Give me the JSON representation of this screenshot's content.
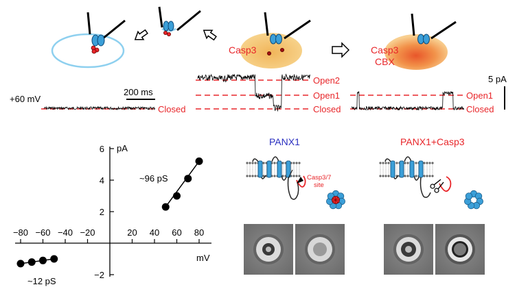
{
  "colors": {
    "red": "#e8262a",
    "blue": "#2a2fc0",
    "channel_blue": "#3b9fd8",
    "membrane_blue": "#8ed0ef",
    "cell_orange": "#f3c16a",
    "cell_red": "#e8562a",
    "em_gray": "#777777"
  },
  "schematic": {
    "casp3_label": "Casp3",
    "casp3_cbx_label_1": "Casp3",
    "casp3_cbx_label_2": "CBX",
    "arrows": [
      "right-outline-arrow",
      "down-right-outline-arrow",
      "right-outline-arrow"
    ]
  },
  "traces": {
    "voltage_label": "+60 mV",
    "time_scale_label": "200 ms",
    "current_scale_label": "5 pA",
    "levels_middle": [
      "Open2",
      "Open1",
      "Closed"
    ],
    "levels_right": [
      "Open1",
      "Closed"
    ]
  },
  "iv_plot": {
    "y_unit": "pA",
    "x_unit": "mV",
    "slope_high": "~96 pS",
    "slope_low": "~12 pS"
  },
  "chart_data": {
    "type": "scatter",
    "series": [
      {
        "x": [
          50,
          60,
          70,
          80
        ],
        "y": [
          2.3,
          3.0,
          4.1,
          5.2
        ]
      },
      {
        "x": [
          -80,
          -70,
          -60,
          -50
        ],
        "y": [
          -1.3,
          -1.2,
          -1.1,
          -1.0
        ]
      }
    ],
    "x_ticks": [
      -80,
      -60,
      -40,
      -20,
      20,
      40,
      60,
      80
    ],
    "y_ticks": [
      -2,
      2,
      4,
      6
    ],
    "xlim": [
      -90,
      90
    ],
    "ylim": [
      -2,
      6
    ],
    "xlabel": "mV",
    "ylabel": "pA"
  },
  "structure": {
    "panx1_title": "PANX1",
    "panx1_casp3_title": "PANX1+Casp3",
    "site_label_1": "Casp3/7",
    "site_label_2": "site"
  }
}
